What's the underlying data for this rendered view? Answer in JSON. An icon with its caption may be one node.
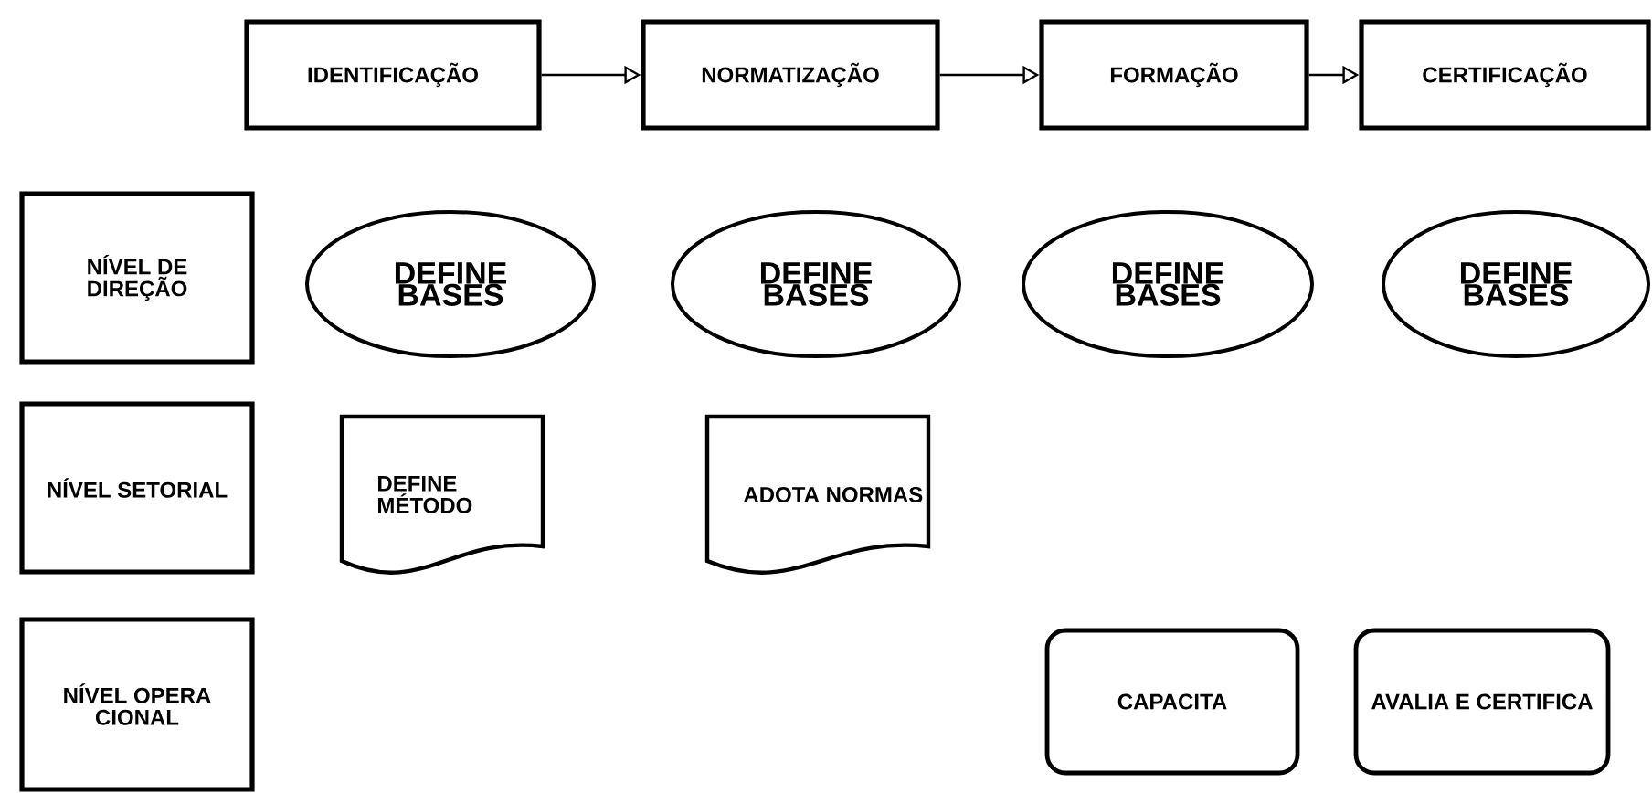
{
  "diagram": {
    "nodes": [
      {
        "text": [
          "IDENTIFICAÇÃO"
        ]
      },
      {
        "text": [
          "NORMATIZAÇÃO"
        ]
      },
      {
        "text": [
          "FORMAÇÃO"
        ]
      },
      {
        "text": [
          "CERTIFICAÇÃO"
        ]
      },
      {
        "text": [
          "NÍVEL DE DIREÇÃO"
        ]
      },
      {
        "text": [
          "DEFINE BASES"
        ]
      },
      {
        "text": [
          "DEFINE BASES"
        ]
      },
      {
        "text": [
          "DEFINE BASES"
        ]
      },
      {
        "text": [
          "DEFINE BASES"
        ]
      },
      {
        "text": [
          "NÍVEL SETORIAL"
        ]
      },
      {
        "text": [
          "DEFINE MÉTODO"
        ]
      },
      {
        "text": [
          "ADOTA NORMAS"
        ]
      },
      {
        "text": [
          "NÍVEL OPERA CIONAL"
        ]
      },
      {
        "text": [
          "CAPACITA"
        ]
      },
      {
        "text": [
          "AVALIA E CERTIFICA"
        ]
      }
    ],
    "edges": [
      {
        "from": 0,
        "to": 1,
        "arrow": "to"
      },
      {
        "from": 1,
        "to": 2,
        "arrow": "to"
      },
      {
        "from": 2,
        "to": 3,
        "arrow": "to"
      }
    ]
  }
}
